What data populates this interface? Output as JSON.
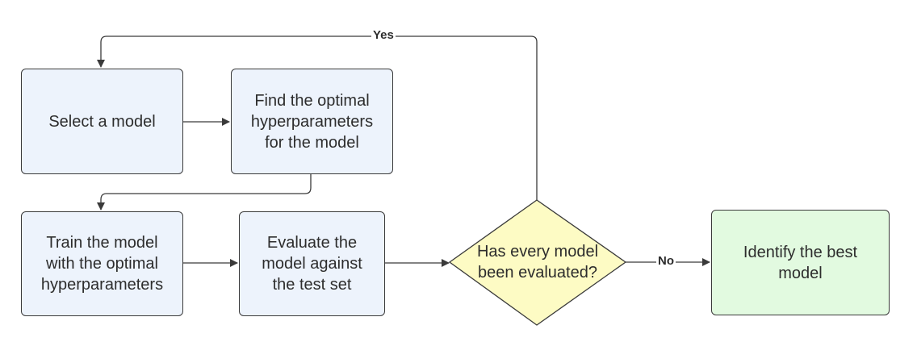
{
  "colors": {
    "process_fill": "#edf3fc",
    "decision_fill": "#fdfbc4",
    "terminal_fill": "#e2fae0",
    "stroke": "#3a3a3a"
  },
  "nodes": {
    "select_model": "Select a model",
    "find_hyperparameters": "Find the optimal hyperparameters for the model",
    "train_model": "Train the model with the optimal hyperparameters",
    "evaluate_model": "Evaluate the model against the test set",
    "decision": "Has every model been evaluated?",
    "identify_best": "Identify the best model"
  },
  "edges": {
    "yes_label": "Yes",
    "no_label": "No"
  }
}
